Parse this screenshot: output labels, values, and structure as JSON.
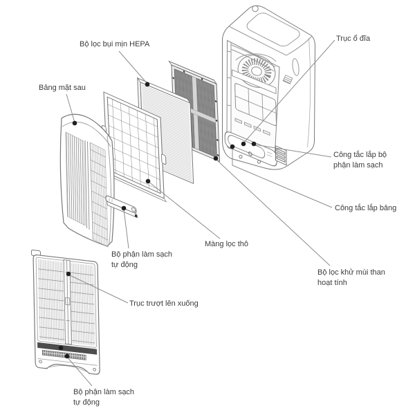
{
  "diagram": {
    "type": "exploded-parts-diagram",
    "colors": {
      "background": "#ffffff",
      "line": "#777777",
      "light_line": "#999999",
      "leader": "#8c8c8c",
      "dot": "#1f1f1f",
      "text": "#3b3b3b",
      "mesh_fill": "#a2a2a2",
      "dark_bar": "#4d4d4d"
    },
    "labels": {
      "hepa_filter": "Bộ lọc bụi mịn HEPA",
      "disc_shaft": "Trục ổ đĩa",
      "rear_panel": "Bảng mặt sau",
      "cleaning_unit_switch": "Công tắc lắp bộ\nphận làm sạch",
      "panel_switch": "Công tắc lắp bảng",
      "coarse_filter": "Màng lọc thô",
      "carbon_filter": "Bộ lọc khử mùi than\nhoạt tính",
      "auto_cleaning_unit_top": "Bộ phận làm sạch\ntự động",
      "slide_shaft": "Trục trượt lên xuống",
      "auto_cleaning_unit_bottom": "Bộ phận làm sạch\ntự động"
    }
  }
}
